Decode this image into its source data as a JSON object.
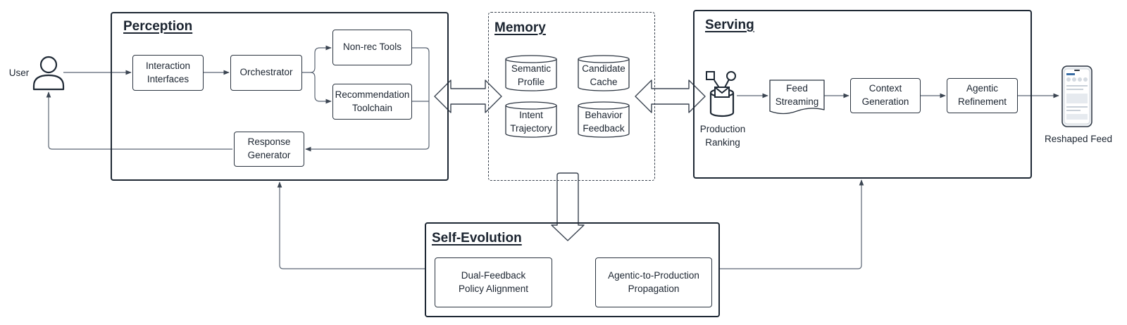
{
  "panels": {
    "perception": "Perception",
    "memory": "Memory",
    "serving": "Serving",
    "self_evolution": "Self-Evolution"
  },
  "user": {
    "label": "User",
    "icon": "user-icon"
  },
  "perception": {
    "interaction_interfaces": "Interaction\nInterfaces",
    "orchestrator": "Orchestrator",
    "non_rec_tools": "Non-rec Tools",
    "recommendation_toolchain": "Recommendation\nToolchain",
    "response_generator": "Response\nGenerator"
  },
  "memory": {
    "semantic_profile": "Semantic\nProfile",
    "candidate_cache": "Candidate\nCache",
    "intent_trajectory": "Intent\nTrajectory",
    "behavior_feedback": "Behavior\nFeedback"
  },
  "serving": {
    "production_ranking": "Production\nRanking",
    "feed_streaming": "Feed\nStreaming",
    "context_generation": "Context\nGeneration",
    "agentic_refinement": "Agentic\nRefinement",
    "reshaped_feed": "Reshaped Feed",
    "ranking_icon": "ranking-db-icon",
    "phone_icon": "phone-feed-icon"
  },
  "self_evolution": {
    "dual_feedback": "Dual-Feedback\nPolicy Alignment",
    "agentic_to_production": "Agentic-to-Production\nPropagation"
  },
  "colors": {
    "stroke": "#2b3440",
    "arrow": "#4a5563",
    "text": "#1b2430"
  }
}
